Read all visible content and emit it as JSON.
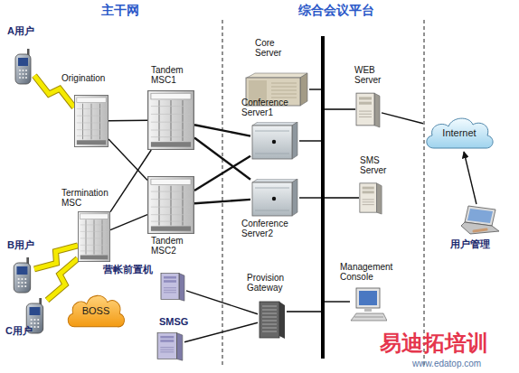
{
  "diagram": {
    "nodes": [
      {
        "text": [
          "A用户"
        ]
      },
      {
        "text": [
          "Origination"
        ]
      },
      {
        "text": [
          "Core Server"
        ]
      },
      {
        "text": [
          "Tandem MSC1"
        ]
      },
      {
        "text": [
          "Conference Server1"
        ]
      },
      {
        "text": [
          "WEB Server"
        ]
      },
      {
        "text": [
          "Internet"
        ]
      },
      {
        "text": [
          "SMS Server"
        ]
      },
      {
        "text": [
          "Conference Server2"
        ]
      },
      {
        "text": [
          "Tandem MSC2"
        ]
      },
      {
        "text": [
          "Termination MSC"
        ]
      },
      {
        "text": [
          "B用户"
        ]
      },
      {
        "text": [
          "用户管理"
        ]
      },
      {
        "text": [
          "营帐前置机"
        ]
      },
      {
        "text": [
          "Provision Gateway"
        ]
      },
      {
        "text": [
          "Management Console"
        ]
      },
      {
        "text": [
          "BOSS"
        ]
      },
      {
        "text": [
          "C用户"
        ]
      },
      {
        "text": [
          "SMSG"
        ]
      }
    ],
    "edges": [
      {
        "from": 0,
        "to": 1,
        "arrow": "none"
      },
      {
        "from": 1,
        "to": 3,
        "arrow": "none"
      },
      {
        "from": 1,
        "to": 9,
        "arrow": "none"
      },
      {
        "from": 10,
        "to": 3,
        "arrow": "none"
      },
      {
        "from": 10,
        "to": 9,
        "arrow": "none"
      },
      {
        "from": 3,
        "to": 4,
        "arrow": "none"
      },
      {
        "from": 3,
        "to": 8,
        "arrow": "none"
      },
      {
        "from": 9,
        "to": 4,
        "arrow": "none"
      },
      {
        "from": 9,
        "to": 8,
        "arrow": "none"
      },
      {
        "from": 5,
        "to": 6,
        "arrow": "none"
      },
      {
        "from": 12,
        "to": 6,
        "arrow": "to"
      },
      {
        "from": 10,
        "to": 11,
        "arrow": "none"
      },
      {
        "from": 10,
        "to": 17,
        "arrow": "none"
      },
      {
        "from": 13,
        "to": 14,
        "arrow": "none"
      },
      {
        "from": 18,
        "to": 14,
        "arrow": "none"
      }
    ],
    "labels": [
      "主干网",
      "综合会议平台",
      "易迪拓培训",
      "www.edatop.com"
    ]
  }
}
